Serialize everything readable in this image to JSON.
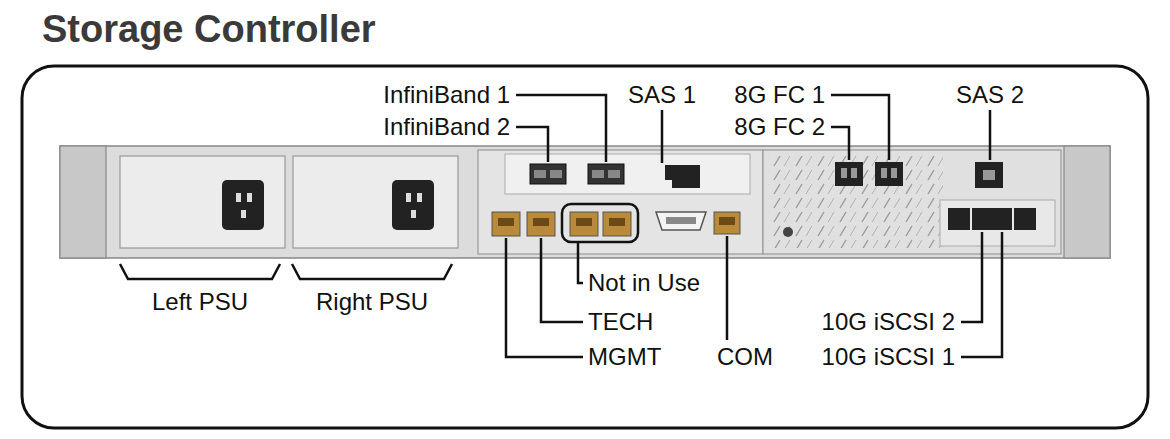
{
  "diagram": {
    "title": "Storage Controller",
    "labels": [
      "InfiniBand 1",
      "InfiniBand 2",
      "SAS 1",
      "8G FC 1",
      "8G FC 2",
      "SAS 2",
      "Left PSU",
      "Right PSU",
      "Not in Use",
      "TECH",
      "MGMT",
      "COM",
      "10G iSCSI 2",
      "10G iSCSI 1"
    ]
  }
}
